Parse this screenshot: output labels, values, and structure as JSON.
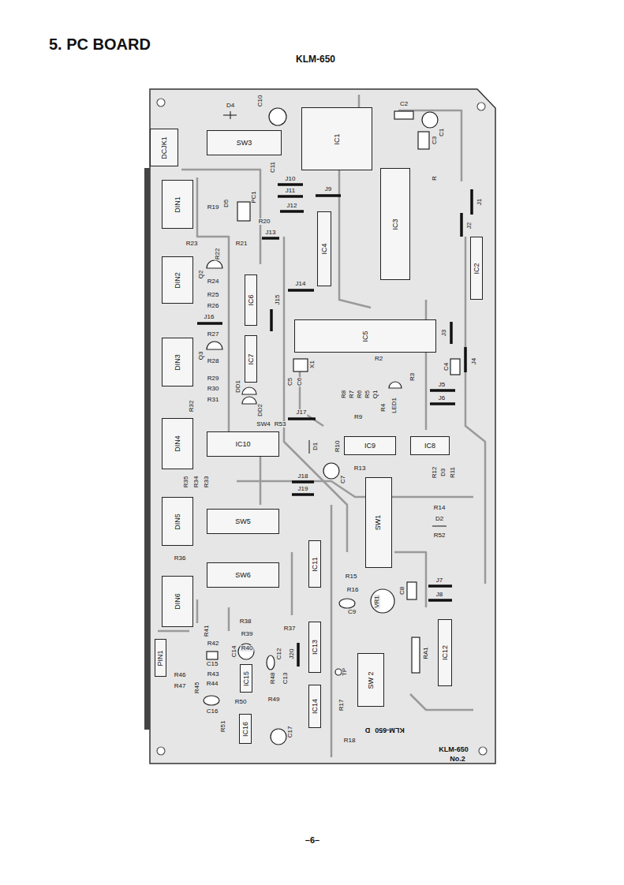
{
  "diagram": {
    "title": "5. PC BOARD",
    "nodes": [
      {
        "text": [
          "IC1"
        ]
      },
      {
        "text": [
          "SW3"
        ]
      },
      {
        "text": [
          "IC3"
        ]
      },
      {
        "text": [
          "IC4"
        ]
      },
      {
        "text": [
          "IC2"
        ]
      },
      {
        "text": [
          "IC6"
        ]
      },
      {
        "text": [
          "IC5"
        ]
      },
      {
        "text": [
          "IC7"
        ]
      },
      {
        "text": [
          "IC9"
        ]
      },
      {
        "text": [
          "IC8"
        ]
      },
      {
        "text": [
          "IC10"
        ]
      },
      {
        "text": [
          "SW1"
        ]
      },
      {
        "text": [
          "SW5"
        ]
      },
      {
        "text": [
          "SW6"
        ]
      },
      {
        "text": [
          "IC11"
        ]
      },
      {
        "text": [
          "IC13"
        ]
      },
      {
        "text": [
          "IC12"
        ]
      },
      {
        "text": [
          "SW 2"
        ]
      },
      {
        "text": [
          "IC15"
        ]
      },
      {
        "text": [
          "IC14"
        ]
      },
      {
        "text": [
          "IC16"
        ]
      },
      {
        "text": [
          "DIN1"
        ]
      },
      {
        "text": [
          "DIN2"
        ]
      },
      {
        "text": [
          "DIN3"
        ]
      },
      {
        "text": [
          "DIN4"
        ]
      },
      {
        "text": [
          "DIN5"
        ]
      },
      {
        "text": [
          "DIN6"
        ]
      },
      {
        "text": [
          "DCJK1"
        ]
      },
      {
        "text": [
          "PIN1"
        ]
      }
    ],
    "labels": [
      "KLM-650",
      "D4",
      "C10",
      "C2",
      "C1",
      "C3",
      "C11",
      "J10",
      "J11",
      "J9",
      "J12",
      "PC1",
      "D5",
      "R19",
      "R",
      "J1",
      "J2",
      "R20",
      "J13",
      "R21",
      "R23",
      "R22",
      "Q2",
      "R24",
      "R25",
      "R26",
      "J14",
      "J15",
      "J16",
      "J3",
      "R27",
      "Q3",
      "R28",
      "J4",
      "C4",
      "X1",
      "C5",
      "C6",
      "R2",
      "R3",
      "R29",
      "R30",
      "R31",
      "R32",
      "DD1",
      "DD2",
      "R8",
      "R7",
      "R6",
      "R5",
      "Q1",
      "R4",
      "LED1",
      "J5",
      "J6",
      "SW4",
      "R53",
      "J17",
      "R9",
      "D1",
      "R10",
      "C7",
      "R13",
      "R12",
      "D3",
      "R11",
      "R35",
      "R34",
      "R33",
      "J18",
      "J19",
      "R14",
      "D2",
      "R52",
      "R36",
      "R15",
      "R16",
      "C8",
      "J7",
      "J8",
      "VR1",
      "C9",
      "R38",
      "R41",
      "R37",
      "R39",
      "R42",
      "C14",
      "R40",
      "C12",
      "J20",
      "TP",
      "RA1",
      "C15",
      "R43",
      "R44",
      "R45",
      "R46",
      "R47",
      "R48",
      "C13",
      "C16",
      "R50",
      "R49",
      "R17",
      "R18",
      "R51",
      "C17",
      "KLM-650",
      "D",
      "KLM-650",
      "No.2",
      "–6–"
    ]
  }
}
